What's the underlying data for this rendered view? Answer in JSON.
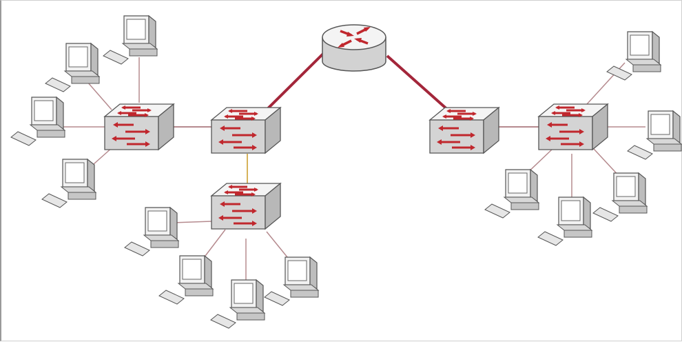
{
  "diagram": {
    "type": "network-topology",
    "router": {
      "icon": "router-icon"
    },
    "switches": [
      {
        "id": "sw-left",
        "icon": "switch-icon"
      },
      {
        "id": "sw-center",
        "icon": "switch-icon"
      },
      {
        "id": "sw-bottom",
        "icon": "switch-icon"
      },
      {
        "id": "sw-right-inner",
        "icon": "switch-icon"
      },
      {
        "id": "sw-right-outer",
        "icon": "switch-icon"
      }
    ],
    "computers": {
      "icon": "computer-icon",
      "attached_to": {
        "sw-left": 4,
        "sw-bottom": 4,
        "sw-right-outer": 5
      }
    },
    "links": [
      {
        "from": "router",
        "to": "sw-center",
        "kind": "uplink"
      },
      {
        "from": "router",
        "to": "sw-right-inner",
        "kind": "uplink"
      },
      {
        "from": "sw-left",
        "to": "sw-center",
        "kind": "access"
      },
      {
        "from": "sw-center",
        "to": "sw-bottom",
        "kind": "trunk"
      },
      {
        "from": "sw-right-inner",
        "to": "sw-right-outer",
        "kind": "access"
      }
    ],
    "colors": {
      "uplink": "#a3263a",
      "access": "#b58a8e",
      "trunk": "#d6b25a",
      "arrow": "#c0272d",
      "device_top": "#f4f4f4",
      "device_front": "#d2d2d2",
      "device_side": "#b8b8b8",
      "outline": "#555555"
    }
  }
}
